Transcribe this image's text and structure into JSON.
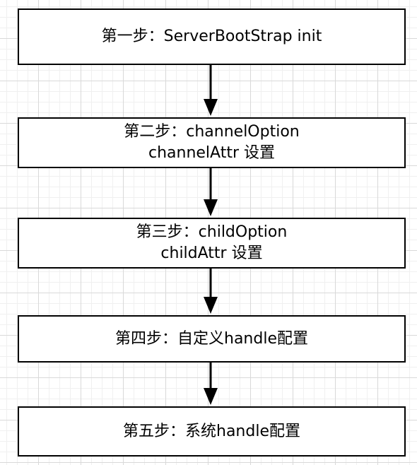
{
  "steps": [
    {
      "lines": [
        "第一步：ServerBootStrap init"
      ]
    },
    {
      "lines": [
        "第二步：channelOption",
        "channelAttr 设置"
      ]
    },
    {
      "lines": [
        "第三步：childOption",
        "childAttr 设置"
      ]
    },
    {
      "lines": [
        "第四步：自定义handle配置"
      ]
    },
    {
      "lines": [
        "第五步：系统handle配置"
      ]
    }
  ],
  "colors": {
    "box_border": "#000000",
    "box_fill": "#ffffff",
    "arrow": "#000000",
    "grid_line": "#d9d9d9"
  }
}
